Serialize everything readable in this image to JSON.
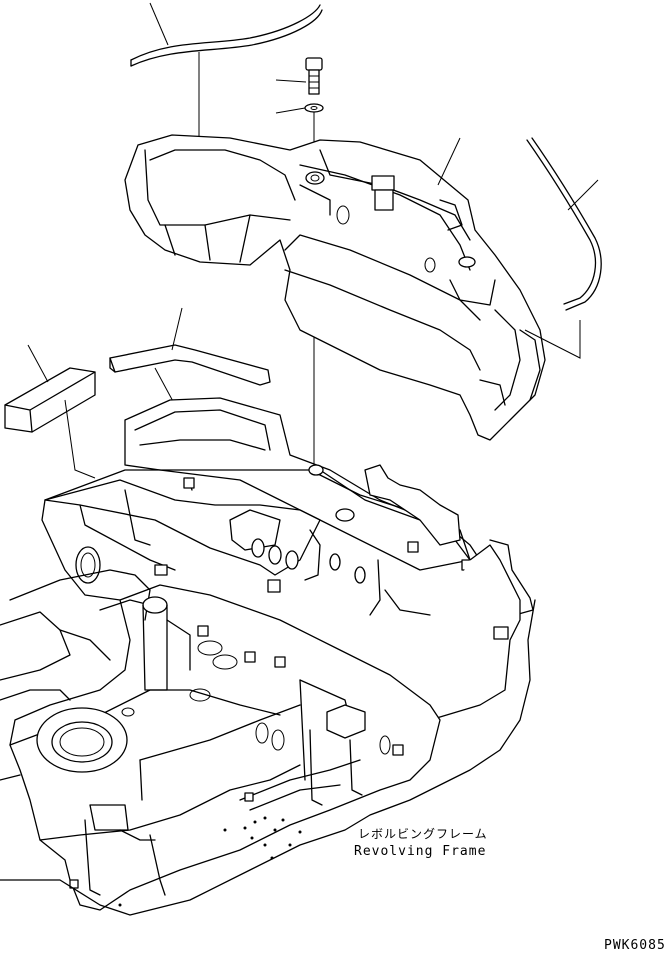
{
  "diagram": {
    "caption_jp": "レボルビングフレーム",
    "caption_en": "Revolving Frame",
    "drawing_code": "PWK6085"
  }
}
